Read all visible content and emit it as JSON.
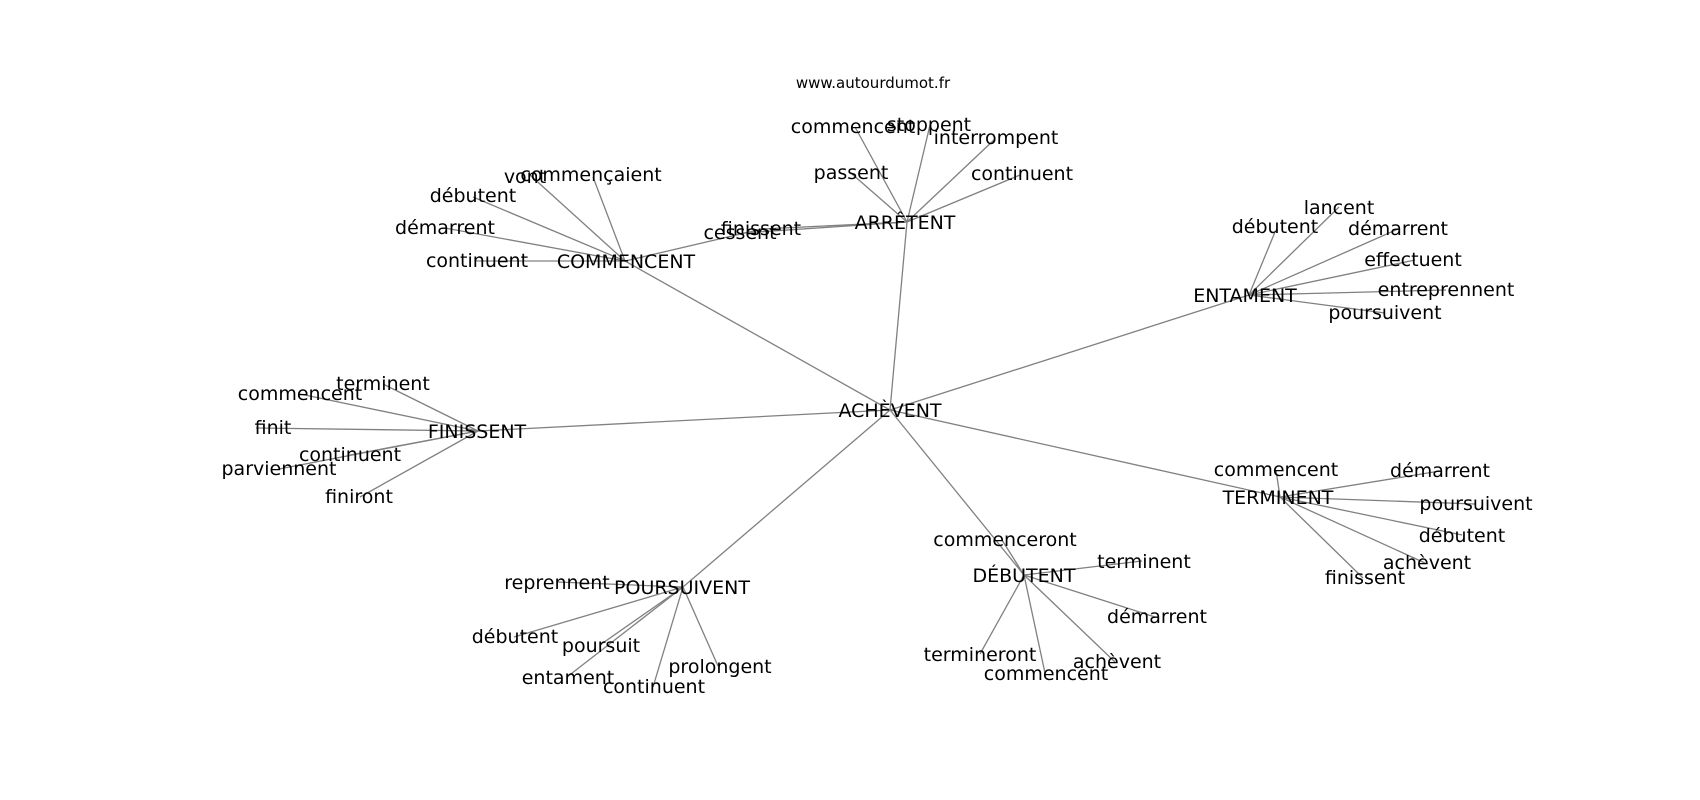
{
  "credit": "www.autourdumot.fr",
  "graph": {
    "center": "ACHÈVENT",
    "hubs": [
      {
        "label": "ARRÊTENT",
        "leaves": [
          "commencent",
          "stoppent",
          "interrompent",
          "passent",
          "continuent",
          "finissent",
          "cessent"
        ]
      },
      {
        "label": "COMMENCENT",
        "leaves": [
          "vont",
          "commençaient",
          "débutent",
          "démarrent",
          "continuent"
        ]
      },
      {
        "label": "ENTAMENT",
        "leaves": [
          "lancent",
          "débutent",
          "démarrent",
          "effectuent",
          "entreprennent",
          "poursuivent"
        ]
      },
      {
        "label": "FINISSENT",
        "leaves": [
          "terminent",
          "commencent",
          "finit",
          "continuent",
          "parviennent",
          "finiront"
        ]
      },
      {
        "label": "TERMINENT",
        "leaves": [
          "commencent",
          "démarrent",
          "poursuivent",
          "débutent",
          "achèvent",
          "finissent"
        ]
      },
      {
        "label": "DÉBUTENT",
        "leaves": [
          "commenceront",
          "terminent",
          "démarrent",
          "termineront",
          "achèvent",
          "commencent"
        ]
      },
      {
        "label": "POURSUIVENT",
        "leaves": [
          "reprennent",
          "débutent",
          "poursuit",
          "entament",
          "continuent",
          "prolongent"
        ]
      }
    ]
  }
}
